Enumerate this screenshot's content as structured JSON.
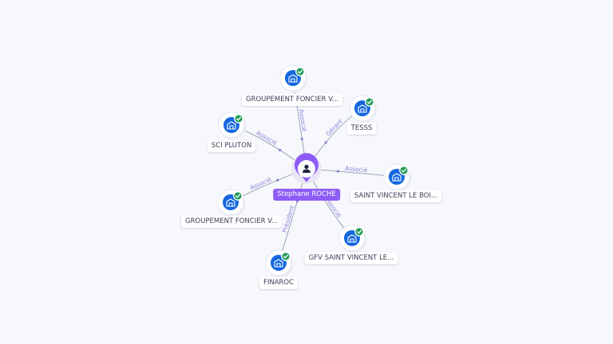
{
  "center": {
    "name": "Stephane ROCHE",
    "icon": "person-icon"
  },
  "companies": [
    {
      "id": "gf-top",
      "name": "GROUPEMENT FONCIER V...",
      "relation": "Associé",
      "verified": true,
      "icon": "company-building-icon"
    },
    {
      "id": "tesss",
      "name": "TESSS",
      "relation": "Gérant",
      "verified": true,
      "icon": "company-building-icon"
    },
    {
      "id": "sci-pluton",
      "name": "SCI PLUTON",
      "relation": "Associé",
      "verified": true,
      "icon": "company-building-icon"
    },
    {
      "id": "saint-vincent",
      "name": "SAINT VINCENT LE BOI...",
      "relation": "Associé",
      "verified": true,
      "icon": "company-building-icon"
    },
    {
      "id": "gf-left",
      "name": "GROUPEMENT FONCIER V...",
      "relation": "Associé",
      "verified": true,
      "icon": "company-building-icon"
    },
    {
      "id": "gfv",
      "name": "GFV SAINT VINCENT LE...",
      "relation": "Associé",
      "verified": true,
      "icon": "company-building-icon"
    },
    {
      "id": "finaroc",
      "name": "FINAROC",
      "relation": "Président",
      "verified": true,
      "icon": "company-building-icon"
    }
  ],
  "colors": {
    "background": "#f7f8fc",
    "center_accent": "#8d5cf6",
    "company_icon": "#1467e0",
    "verified_badge": "#1f9d57",
    "edge_label": "#8a7fd6"
  }
}
